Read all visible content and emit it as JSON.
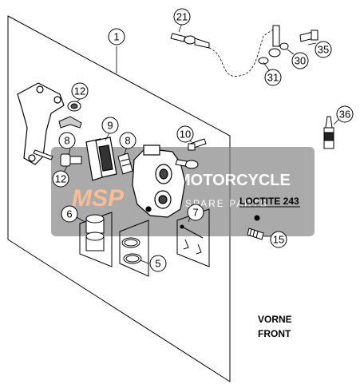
{
  "callouts": [
    "1",
    "21",
    "30",
    "35",
    "31",
    "12",
    "9",
    "10",
    "8",
    "8",
    "12",
    "36",
    "6",
    "7",
    "5",
    "15"
  ],
  "labels": {
    "loctite": "LOCTITE 243",
    "front_de": "VORNE",
    "front_en": "FRONT"
  },
  "watermark": {
    "logo": "MSP",
    "main": "MOTORCYCLE",
    "sub": "SPARE PARTS",
    "band_color": "#8a8a8a",
    "logo_color": "#f5a46b"
  }
}
